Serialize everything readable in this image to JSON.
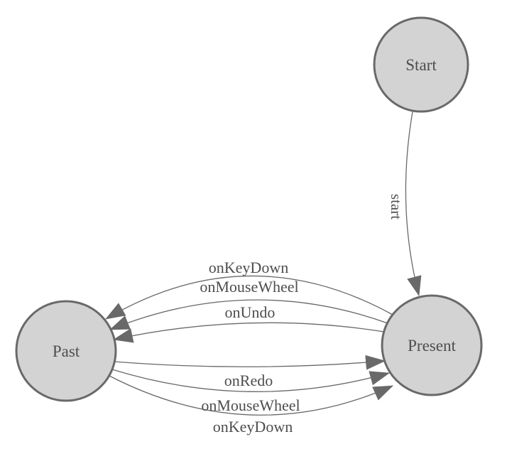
{
  "diagram": {
    "background": "#ffffff",
    "colors": {
      "node_fill": "#d3d3d3",
      "node_stroke": "#696969",
      "edge_line": "#696969",
      "arrowhead": "#696969",
      "label_text": "#4d4d4d"
    },
    "nodes": [
      {
        "id": "start",
        "label": "Start"
      },
      {
        "id": "past",
        "label": "Past"
      },
      {
        "id": "present",
        "label": "Present"
      }
    ],
    "edges": [
      {
        "from": "start",
        "to": "present",
        "label": "start"
      },
      {
        "from": "present",
        "to": "past",
        "label": "onKeyDown"
      },
      {
        "from": "present",
        "to": "past",
        "label": "onMouseWheel"
      },
      {
        "from": "present",
        "to": "past",
        "label": "onUndo"
      },
      {
        "from": "past",
        "to": "present",
        "label": "onRedo"
      },
      {
        "from": "past",
        "to": "present",
        "label": "onMouseWheel"
      },
      {
        "from": "past",
        "to": "present",
        "label": "onKeyDown"
      }
    ]
  }
}
